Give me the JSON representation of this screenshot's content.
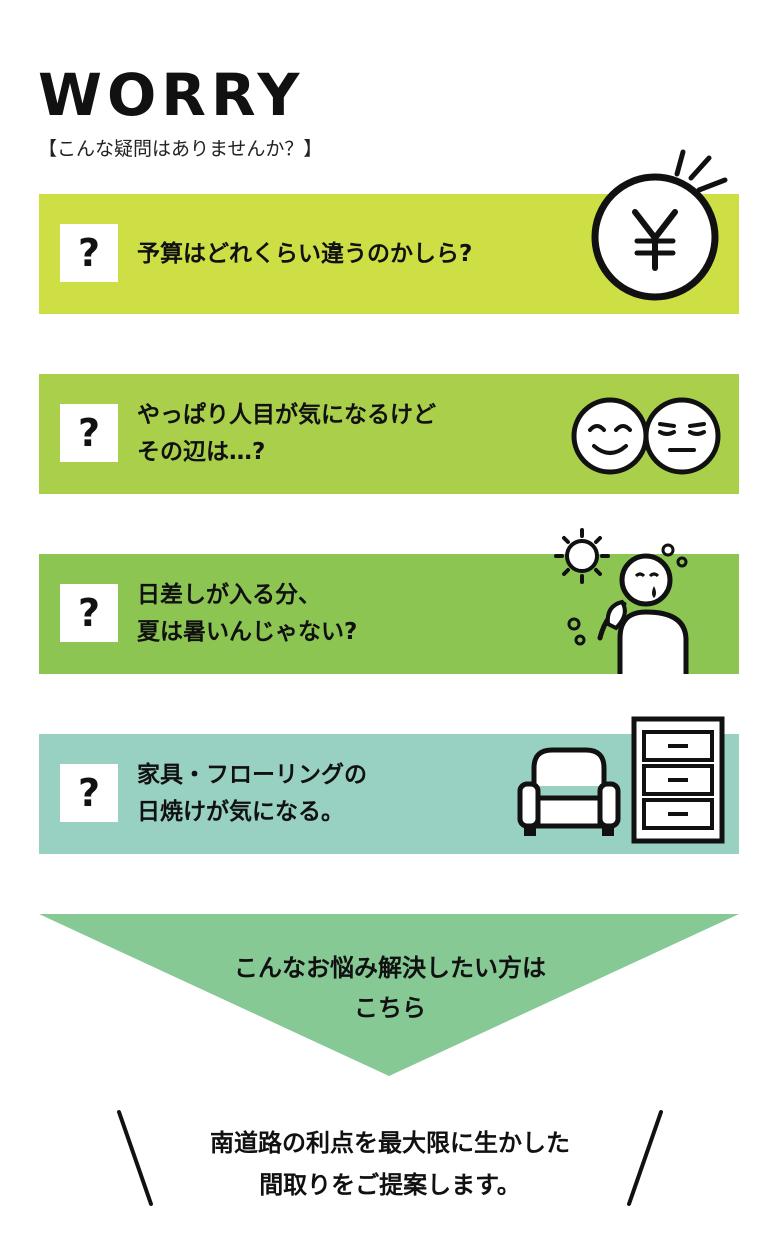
{
  "header": {
    "title": "WORRY",
    "subtitle": "【こんな疑問はありませんか？】"
  },
  "colors": {
    "card1": "#cddf44",
    "card2": "#a9cf4b",
    "card3": "#8cc552",
    "card4": "#98d0c2",
    "arrow": "#86c995",
    "ink": "#111111"
  },
  "cards": [
    {
      "question_mark": "?",
      "lines": [
        "予算はどれくらい違うのかしら?"
      ],
      "illustration": "yen-coin-icon"
    },
    {
      "question_mark": "?",
      "lines": [
        "やっぱり人目が気になるけど",
        "その辺は…?"
      ],
      "illustration": "faces-icon"
    },
    {
      "question_mark": "?",
      "lines": [
        "日差しが入る分、",
        "夏は暑いんじゃない?"
      ],
      "illustration": "hot-person-icon"
    },
    {
      "question_mark": "?",
      "lines": [
        "家具・フローリングの",
        "日焼けが気になる。"
      ],
      "illustration": "furniture-icon"
    }
  ],
  "cta": {
    "lines": [
      "こんなお悩み解決したい方は",
      "こちら"
    ]
  },
  "proposal": {
    "lines": [
      "南道路の利点を最大限に生かした",
      "間取りをご提案します。"
    ]
  }
}
